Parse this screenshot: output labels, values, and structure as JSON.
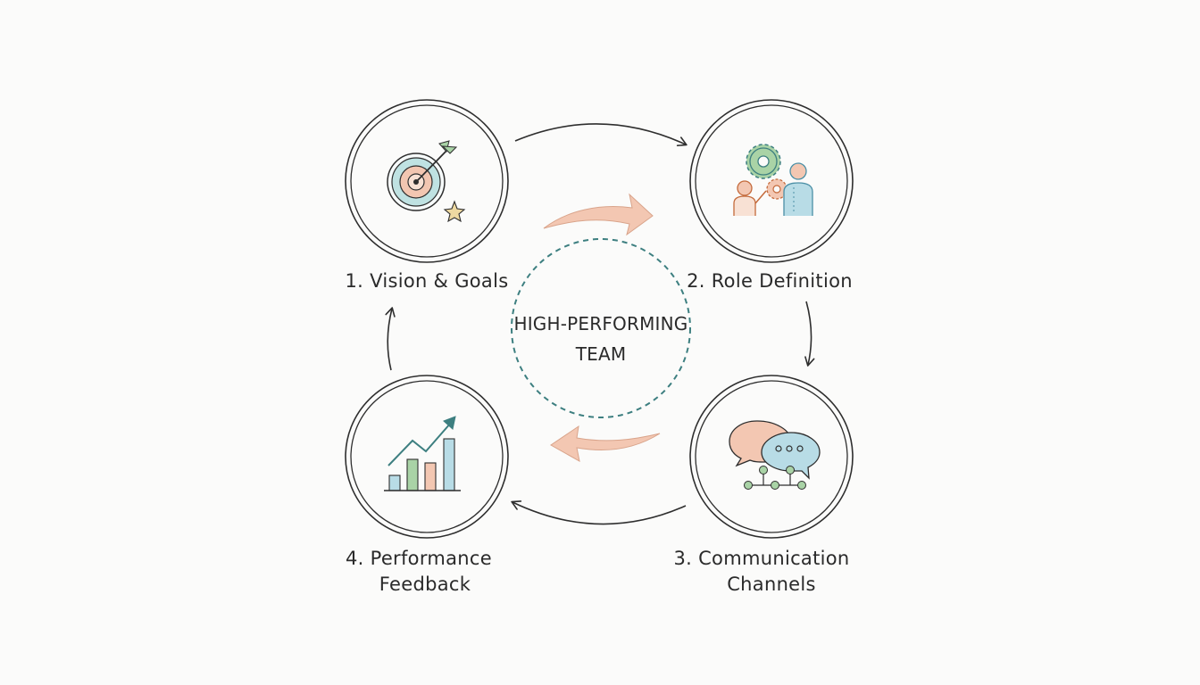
{
  "center": {
    "line1": "HIGH-PERFORMING",
    "line2": "TEAM"
  },
  "stages": [
    {
      "line1": "1. Vision & Goals",
      "line2": "",
      "icon": "target-icon"
    },
    {
      "line1": "2. Role Definition",
      "line2": "",
      "icon": "team-gears-icon"
    },
    {
      "line1": "3. Communication",
      "line2": "Channels",
      "icon": "chat-bubbles-icon"
    },
    {
      "line1": "4. Performance",
      "line2": "Feedback",
      "icon": "growth-chart-icon"
    }
  ],
  "colors": {
    "outline": "#2e2e2e",
    "teal": "#3d7f80",
    "peach": "#f3c7b2",
    "peach_dark": "#d9a48b",
    "green": "#a9d3a6",
    "light_blue": "#b8dce6",
    "blue_dark": "#4b8fa6",
    "star": "#eed9a1"
  }
}
